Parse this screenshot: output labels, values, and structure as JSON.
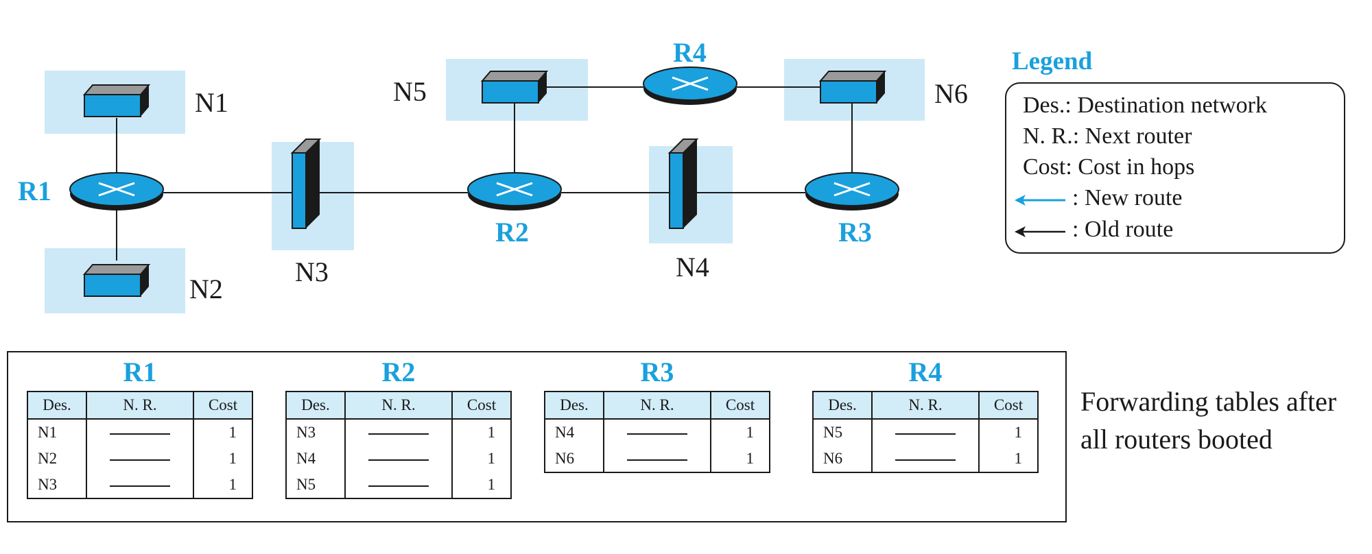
{
  "network": {
    "routers": {
      "r1": "R1",
      "r2": "R2",
      "r3": "R3",
      "r4": "R4"
    },
    "networks": {
      "n1": "N1",
      "n2": "N2",
      "n3": "N3",
      "n4": "N4",
      "n5": "N5",
      "n6": "N6"
    }
  },
  "legend": {
    "title": "Legend",
    "des": "Des.: Destination network",
    "nr": "N. R.: Next router",
    "cost": "Cost: Cost in hops",
    "new_route": ": New route",
    "old_route": ": Old route"
  },
  "colors": {
    "accent": "#1aa0dd",
    "device_fill": "#1aa0dd",
    "highlight": "#cde9f7"
  },
  "table_headers": {
    "des": "Des.",
    "nr": "N. R.",
    "cost": "Cost"
  },
  "tables": [
    {
      "router": "R1",
      "rows": [
        {
          "des": "N1",
          "nr": "",
          "cost": "1"
        },
        {
          "des": "N2",
          "nr": "",
          "cost": "1"
        },
        {
          "des": "N3",
          "nr": "",
          "cost": "1"
        }
      ]
    },
    {
      "router": "R2",
      "rows": [
        {
          "des": "N3",
          "nr": "",
          "cost": "1"
        },
        {
          "des": "N4",
          "nr": "",
          "cost": "1"
        },
        {
          "des": "N5",
          "nr": "",
          "cost": "1"
        }
      ]
    },
    {
      "router": "R3",
      "rows": [
        {
          "des": "N4",
          "nr": "",
          "cost": "1"
        },
        {
          "des": "N6",
          "nr": "",
          "cost": "1"
        }
      ]
    },
    {
      "router": "R4",
      "rows": [
        {
          "des": "N5",
          "nr": "",
          "cost": "1"
        },
        {
          "des": "N6",
          "nr": "",
          "cost": "1"
        }
      ]
    }
  ],
  "caption": "Forwarding tables after all routers booted"
}
